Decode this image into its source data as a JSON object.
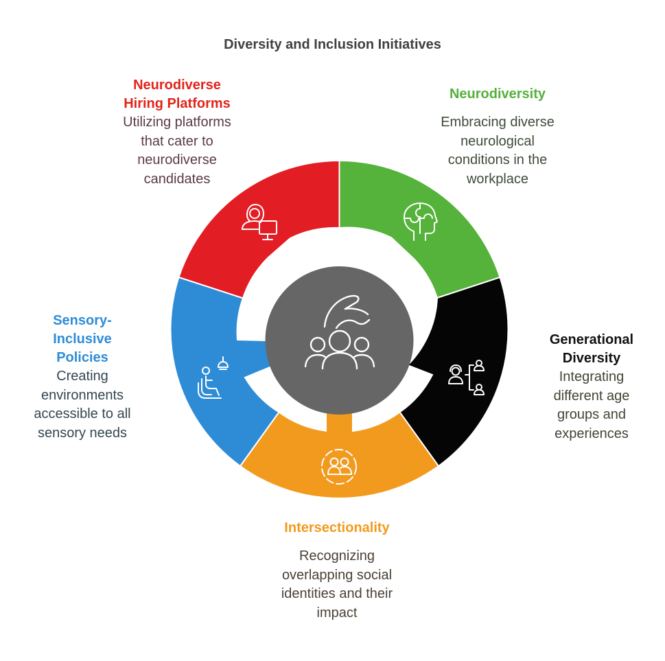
{
  "title": "Diversity and Inclusion Initiatives",
  "colors": {
    "hiring": "#e31d24",
    "neurodiversity": "#55b23a",
    "generational": "#050505",
    "intersectionality": "#f29a1d",
    "sensory": "#2e8cd7",
    "center": "#666666"
  },
  "segments": {
    "hiring": {
      "heading_line1": "Neurodiverse",
      "heading_line2": "Hiring Platforms",
      "desc_lines": [
        "Utilizing platforms",
        "that cater to",
        "neurodiverse",
        "candidates"
      ],
      "icon": "person-at-computer-icon"
    },
    "neurodiversity": {
      "heading": "Neurodiversity",
      "desc_lines": [
        "Embracing diverse",
        "neurological",
        "conditions in the",
        "workplace"
      ],
      "icon": "puzzle-head-icon"
    },
    "generational": {
      "heading_line1": "Generational",
      "heading_line2": "Diversity",
      "desc_lines": [
        "Integrating",
        "different age",
        "groups and",
        "experiences"
      ],
      "icon": "age-groups-hierarchy-icon"
    },
    "intersectionality": {
      "heading": "Intersectionality",
      "desc_lines": [
        "Recognizing",
        "overlapping social",
        "identities and their",
        "impact"
      ],
      "icon": "overlapping-people-circle-icon"
    },
    "sensory": {
      "heading_line1": "Sensory-",
      "heading_line2": "Inclusive",
      "heading_line3": "Policies",
      "desc_lines": [
        "Creating",
        "environments",
        "accessible to all",
        "sensory needs"
      ],
      "icon": "seated-person-lamp-icon"
    }
  },
  "center": {
    "icon": "hand-over-group-icon"
  }
}
